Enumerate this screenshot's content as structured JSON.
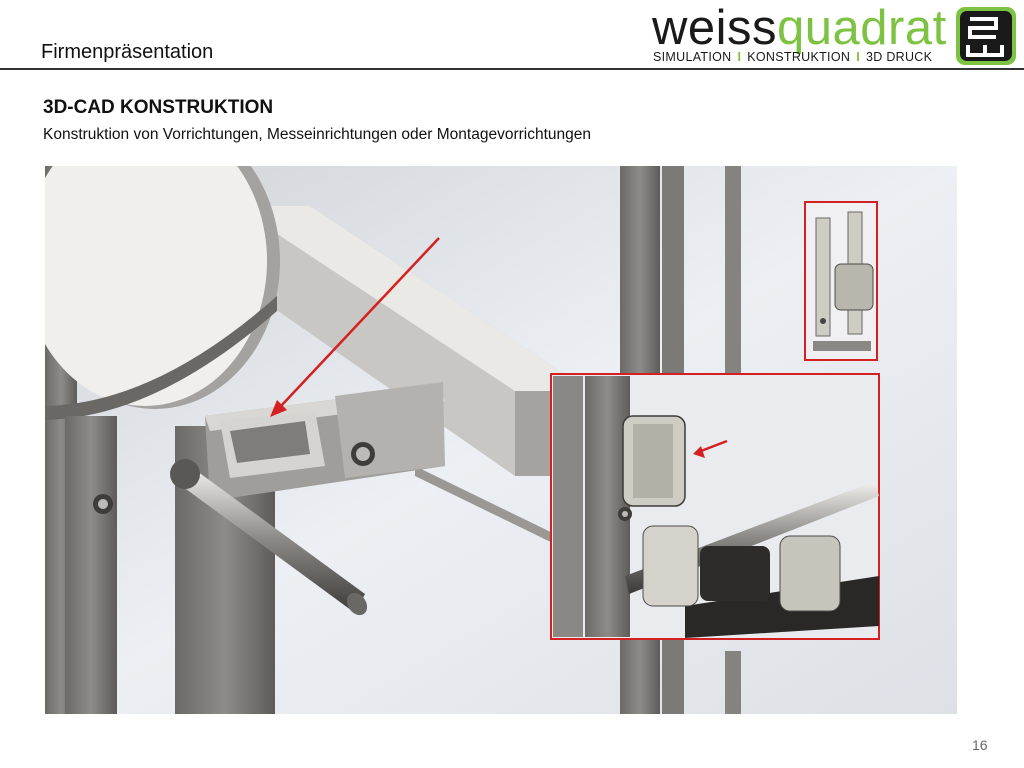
{
  "header": {
    "title": "Firmenpräsentation",
    "logo": {
      "word_dark": "weiss",
      "word_green": "quadrat",
      "tagline": [
        "SIMULATION",
        "KONSTRUKTION",
        "3D DRUCK"
      ],
      "separator": "I",
      "brand_green": "#7dc242",
      "brand_dark": "#1a1a1a"
    }
  },
  "section": {
    "heading": "3D-CAD KONSTRUKTION",
    "subheading": "Konstruktion von Vorrichtungen, Messeinrichtungen oder Montagevorrichtungen"
  },
  "figure": {
    "highlight_color": "#d42020"
  },
  "footer": {
    "page_number": "16"
  }
}
